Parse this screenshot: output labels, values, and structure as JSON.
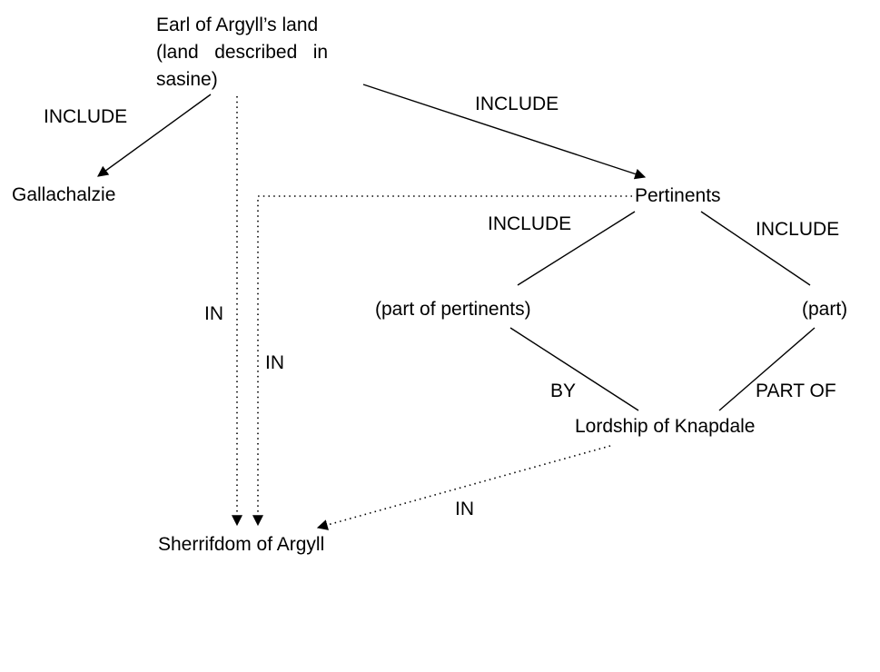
{
  "diagram": {
    "nodes": {
      "earl_land": "Earl of Argyll’s land\n(land   described   in\nsasine)",
      "gallachalzie": "Gallachalzie",
      "pertinents": "Pertinents",
      "part_of_pertinents": "(part of pertinents)",
      "part": "(part)",
      "lordship": "Lordship of Knapdale",
      "sherrifdom": "Sherrifdom of Argyll"
    },
    "edge_labels": {
      "include_left": "INCLUDE",
      "include_top_right": "INCLUDE",
      "include_mid": "INCLUDE",
      "include_right": "INCLUDE",
      "in_left": "IN",
      "in_mid": "IN",
      "by": "BY",
      "part_of": "PART OF",
      "in_bottom": "IN"
    },
    "colors": {
      "line": "#000000",
      "text": "#000000",
      "background": "#ffffff"
    }
  }
}
